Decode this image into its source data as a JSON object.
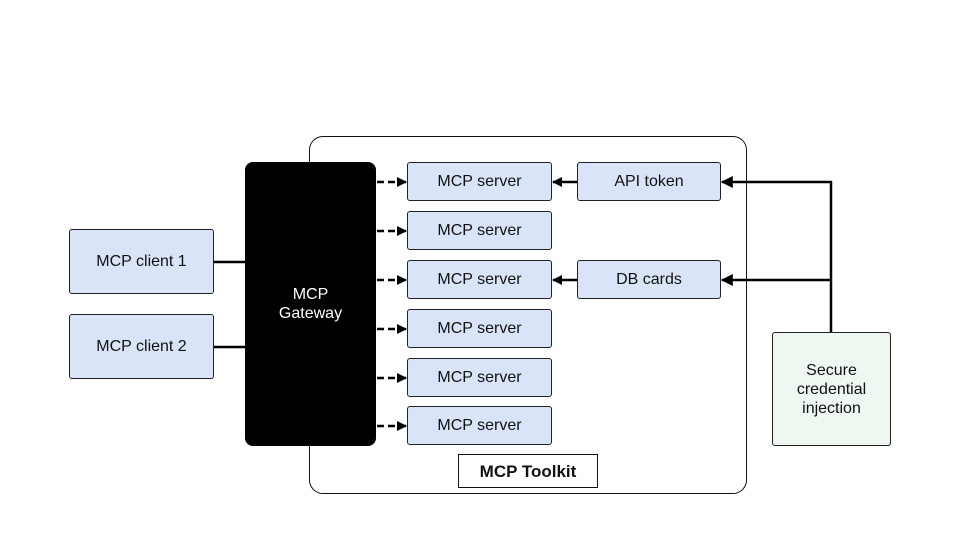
{
  "diagram": {
    "clients": [
      {
        "label": "MCP client 1"
      },
      {
        "label": "MCP client 2"
      }
    ],
    "gateway": {
      "label": "MCP\nGateway"
    },
    "toolkit": {
      "label": "MCP Toolkit"
    },
    "servers": [
      {
        "label": "MCP server"
      },
      {
        "label": "MCP server"
      },
      {
        "label": "MCP server"
      },
      {
        "label": "MCP server"
      },
      {
        "label": "MCP server"
      },
      {
        "label": "MCP server"
      }
    ],
    "credentials": [
      {
        "label": "API token"
      },
      {
        "label": "DB cards"
      }
    ],
    "injection": {
      "label": "Secure\ncredential\ninjection"
    },
    "colors": {
      "box_fill": "#dae4f8",
      "gateway_fill": "#000000",
      "injection_fill": "#eef8f0",
      "line": "#000000"
    }
  }
}
